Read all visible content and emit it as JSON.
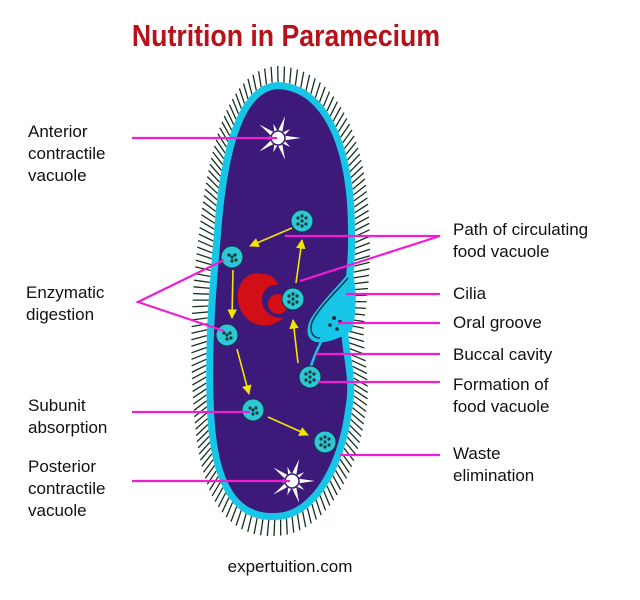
{
  "title": "Nutrition in Paramecium",
  "credit": "expertuition.com",
  "colors": {
    "title": "#b5121b",
    "body": "#3d1a7a",
    "pellicle": "#17c6e6",
    "cilia": "#14321a",
    "leader": "#f01ed0",
    "arrow": "#f2e600",
    "macronucleus": "#d20f17",
    "vacuole_fill": "#2fc7d6",
    "vacuole_dots": "#083a3a"
  },
  "labels": {
    "anterior": [
      "Anterior",
      "contractile",
      "vacuole"
    ],
    "enzymatic": [
      "Enzymatic",
      "digestion"
    ],
    "subunit": [
      "Subunit",
      "absorption"
    ],
    "posterior": [
      "Posterior",
      "contractile",
      "vacuole"
    ],
    "path": [
      "Path of circulating",
      "food vacuole"
    ],
    "cilia": [
      "Cilia"
    ],
    "oral_groove": [
      "Oral groove"
    ],
    "buccal": [
      "Buccal cavity"
    ],
    "formation": [
      "Formation of",
      "food vacuole"
    ],
    "waste": [
      "Waste",
      "elimination"
    ]
  }
}
